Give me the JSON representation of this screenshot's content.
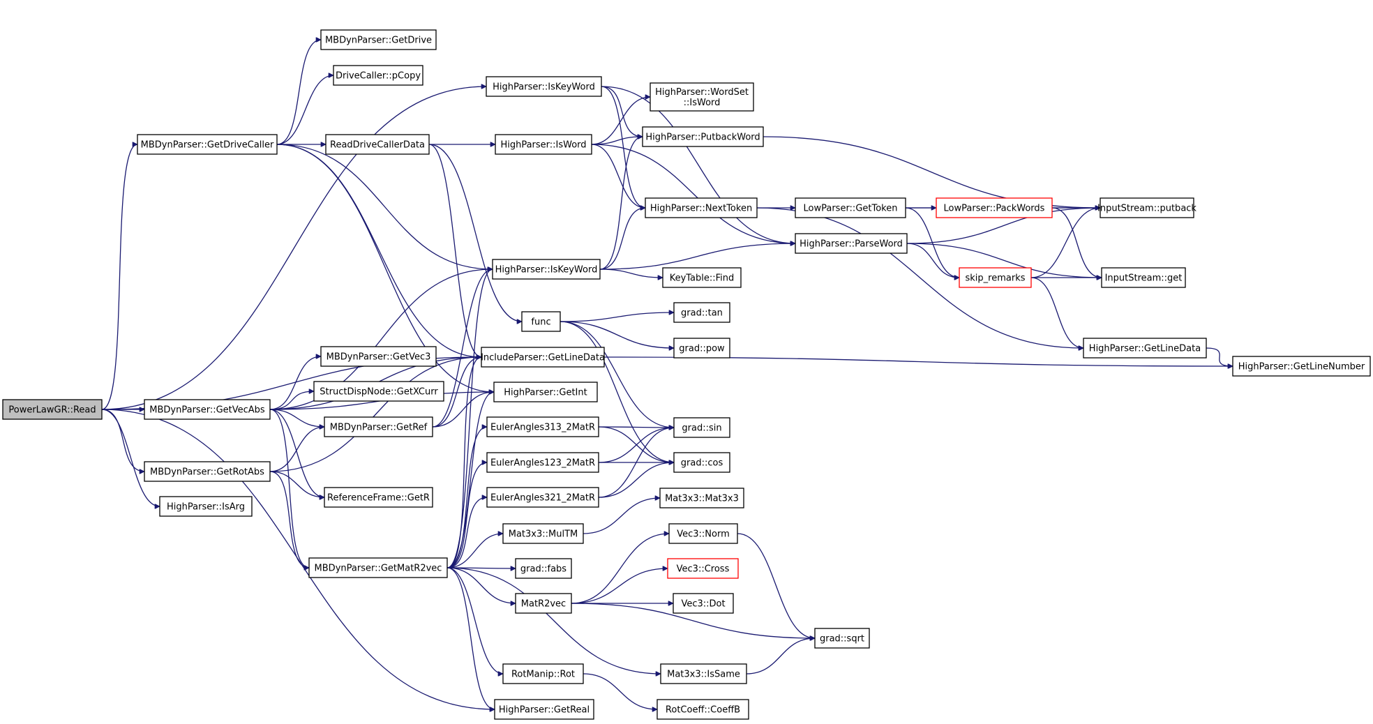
{
  "nodes": [
    {
      "id": "read",
      "label": "PowerLawGR::Read",
      "root": true
    },
    {
      "id": "getDriveCaller",
      "label": "MBDynParser::GetDriveCaller"
    },
    {
      "id": "getVecAbs",
      "label": "MBDynParser::GetVecAbs"
    },
    {
      "id": "getRotAbs",
      "label": "MBDynParser::GetRotAbs"
    },
    {
      "id": "isArg",
      "label": "HighParser::IsArg"
    },
    {
      "id": "getDrive",
      "label": "MBDynParser::GetDrive"
    },
    {
      "id": "pCopy",
      "label": "DriveCaller::pCopy"
    },
    {
      "id": "readDriveCallerData",
      "label": "ReadDriveCallerData"
    },
    {
      "id": "getVec3",
      "label": "MBDynParser::GetVec3"
    },
    {
      "id": "getXCurr",
      "label": "StructDispNode::GetXCurr"
    },
    {
      "id": "getRef",
      "label": "MBDynParser::GetRef"
    },
    {
      "id": "getR",
      "label": "ReferenceFrame::GetR"
    },
    {
      "id": "getMatR2vec",
      "label": "MBDynParser::GetMatR2vec"
    },
    {
      "id": "isKeyWordTop",
      "label": "HighParser::IsKeyWord"
    },
    {
      "id": "isWord",
      "label": "HighParser::IsWord"
    },
    {
      "id": "isKeyWordMid",
      "label": "HighParser::IsKeyWord"
    },
    {
      "id": "func",
      "label": "func"
    },
    {
      "id": "includeGetLineData",
      "label": "IncludeParser::GetLineData"
    },
    {
      "id": "getInt",
      "label": "HighParser::GetInt"
    },
    {
      "id": "ea313",
      "label": "EulerAngles313_2MatR"
    },
    {
      "id": "ea123",
      "label": "EulerAngles123_2MatR"
    },
    {
      "id": "ea321",
      "label": "EulerAngles321_2MatR"
    },
    {
      "id": "mulTM",
      "label": "Mat3x3::MulTM"
    },
    {
      "id": "gradFabs",
      "label": "grad::fabs"
    },
    {
      "id": "matR2vec",
      "label": "MatR2vec"
    },
    {
      "id": "rotManipRot",
      "label": "RotManip::Rot"
    },
    {
      "id": "getReal",
      "label": "HighParser::GetReal"
    },
    {
      "id": "wordSetIsWord",
      "label": [
        "HighParser::WordSet",
        "::IsWord"
      ]
    },
    {
      "id": "putbackWord",
      "label": "HighParser::PutbackWord"
    },
    {
      "id": "nextToken",
      "label": "HighParser::NextToken"
    },
    {
      "id": "keyTableFind",
      "label": "KeyTable::Find"
    },
    {
      "id": "gradTan",
      "label": "grad::tan"
    },
    {
      "id": "gradPow",
      "label": "grad::pow"
    },
    {
      "id": "gradSin",
      "label": "grad::sin"
    },
    {
      "id": "gradCos",
      "label": "grad::cos"
    },
    {
      "id": "mat3x3Ctor",
      "label": "Mat3x3::Mat3x3"
    },
    {
      "id": "vec3Norm",
      "label": "Vec3::Norm"
    },
    {
      "id": "vec3Cross",
      "label": "Vec3::Cross",
      "red": true
    },
    {
      "id": "vec3Dot",
      "label": "Vec3::Dot"
    },
    {
      "id": "gradSqrt",
      "label": "grad::sqrt"
    },
    {
      "id": "isSame",
      "label": "Mat3x3::IsSame"
    },
    {
      "id": "coeffB",
      "label": "RotCoeff::CoeffB"
    },
    {
      "id": "lowGetToken",
      "label": "LowParser::GetToken"
    },
    {
      "id": "parseWord",
      "label": "HighParser::ParseWord"
    },
    {
      "id": "packWords",
      "label": "LowParser::PackWords",
      "red": true
    },
    {
      "id": "skipRemarks",
      "label": "skip_remarks",
      "red": true
    },
    {
      "id": "highGetLineData",
      "label": "HighParser::GetLineData"
    },
    {
      "id": "putback",
      "label": "InputStream::putback"
    },
    {
      "id": "streamGet",
      "label": "InputStream::get"
    },
    {
      "id": "getLineNumber",
      "label": "HighParser::GetLineNumber"
    }
  ],
  "edges": [
    [
      "read",
      "getDriveCaller"
    ],
    [
      "read",
      "isKeyWordTop"
    ],
    [
      "read",
      "includeGetLineData"
    ],
    [
      "read",
      "getVecAbs"
    ],
    [
      "read",
      "getRotAbs"
    ],
    [
      "read",
      "isArg"
    ],
    [
      "read",
      "getReal"
    ],
    [
      "getDriveCaller",
      "getDrive"
    ],
    [
      "getDriveCaller",
      "pCopy"
    ],
    [
      "getDriveCaller",
      "readDriveCallerData"
    ],
    [
      "getDriveCaller",
      "isKeyWordMid"
    ],
    [
      "getDriveCaller",
      "includeGetLineData"
    ],
    [
      "getDriveCaller",
      "getInt"
    ],
    [
      "readDriveCallerData",
      "isWord"
    ],
    [
      "readDriveCallerData",
      "func"
    ],
    [
      "readDriveCallerData",
      "includeGetLineData"
    ],
    [
      "getVecAbs",
      "isKeyWordMid"
    ],
    [
      "getVecAbs",
      "includeGetLineData"
    ],
    [
      "getVecAbs",
      "getVec3"
    ],
    [
      "getVecAbs",
      "getXCurr"
    ],
    [
      "getVecAbs",
      "getRef"
    ],
    [
      "getVecAbs",
      "getR"
    ],
    [
      "getVecAbs",
      "getMatR2vec"
    ],
    [
      "getVecAbs",
      "getInt"
    ],
    [
      "getRotAbs",
      "getRef"
    ],
    [
      "getRotAbs",
      "getR"
    ],
    [
      "getRotAbs",
      "getMatR2vec"
    ],
    [
      "getRotAbs",
      "includeGetLineData"
    ],
    [
      "getRef",
      "isKeyWordMid"
    ],
    [
      "getRef",
      "includeGetLineData"
    ],
    [
      "getRef",
      "getInt"
    ],
    [
      "getMatR2vec",
      "isKeyWordMid"
    ],
    [
      "getMatR2vec",
      "includeGetLineData"
    ],
    [
      "getMatR2vec",
      "getInt"
    ],
    [
      "getMatR2vec",
      "ea313"
    ],
    [
      "getMatR2vec",
      "ea123"
    ],
    [
      "getMatR2vec",
      "ea321"
    ],
    [
      "getMatR2vec",
      "mulTM"
    ],
    [
      "getMatR2vec",
      "gradFabs"
    ],
    [
      "getMatR2vec",
      "matR2vec"
    ],
    [
      "getMatR2vec",
      "rotManipRot"
    ],
    [
      "getMatR2vec",
      "getReal"
    ],
    [
      "getMatR2vec",
      "isSame"
    ],
    [
      "isKeyWordTop",
      "putbackWord"
    ],
    [
      "isKeyWordTop",
      "nextToken"
    ],
    [
      "isKeyWordTop",
      "parseWord"
    ],
    [
      "isWord",
      "wordSetIsWord"
    ],
    [
      "isWord",
      "putbackWord"
    ],
    [
      "isWord",
      "nextToken"
    ],
    [
      "isWord",
      "parseWord"
    ],
    [
      "isKeyWordMid",
      "putbackWord"
    ],
    [
      "isKeyWordMid",
      "nextToken"
    ],
    [
      "isKeyWordMid",
      "parseWord"
    ],
    [
      "isKeyWordMid",
      "keyTableFind"
    ],
    [
      "func",
      "gradTan"
    ],
    [
      "func",
      "gradPow"
    ],
    [
      "func",
      "gradSin"
    ],
    [
      "func",
      "gradCos"
    ],
    [
      "includeGetLineData",
      "getLineNumber"
    ],
    [
      "ea313",
      "gradSin"
    ],
    [
      "ea313",
      "gradCos"
    ],
    [
      "ea123",
      "gradSin"
    ],
    [
      "ea123",
      "gradCos"
    ],
    [
      "ea321",
      "gradSin"
    ],
    [
      "ea321",
      "gradCos"
    ],
    [
      "mulTM",
      "mat3x3Ctor"
    ],
    [
      "matR2vec",
      "vec3Norm"
    ],
    [
      "matR2vec",
      "vec3Cross"
    ],
    [
      "matR2vec",
      "vec3Dot"
    ],
    [
      "matR2vec",
      "gradSqrt"
    ],
    [
      "vec3Norm",
      "gradSqrt"
    ],
    [
      "isSame",
      "gradSqrt"
    ],
    [
      "rotManipRot",
      "coeffB"
    ],
    [
      "putbackWord",
      "putback"
    ],
    [
      "nextToken",
      "lowGetToken"
    ],
    [
      "nextToken",
      "highGetLineData"
    ],
    [
      "lowGetToken",
      "packWords"
    ],
    [
      "lowGetToken",
      "skipRemarks"
    ],
    [
      "lowGetToken",
      "putback"
    ],
    [
      "parseWord",
      "skipRemarks"
    ],
    [
      "parseWord",
      "streamGet"
    ],
    [
      "parseWord",
      "putback"
    ],
    [
      "packWords",
      "putback"
    ],
    [
      "packWords",
      "streamGet"
    ],
    [
      "skipRemarks",
      "streamGet"
    ],
    [
      "skipRemarks",
      "putback"
    ],
    [
      "skipRemarks",
      "highGetLineData"
    ],
    [
      "highGetLineData",
      "getLineNumber"
    ]
  ],
  "colors": {
    "edge": "#191970",
    "root_fill": "#bfbfbf",
    "highlight_border": "#ff0000"
  }
}
